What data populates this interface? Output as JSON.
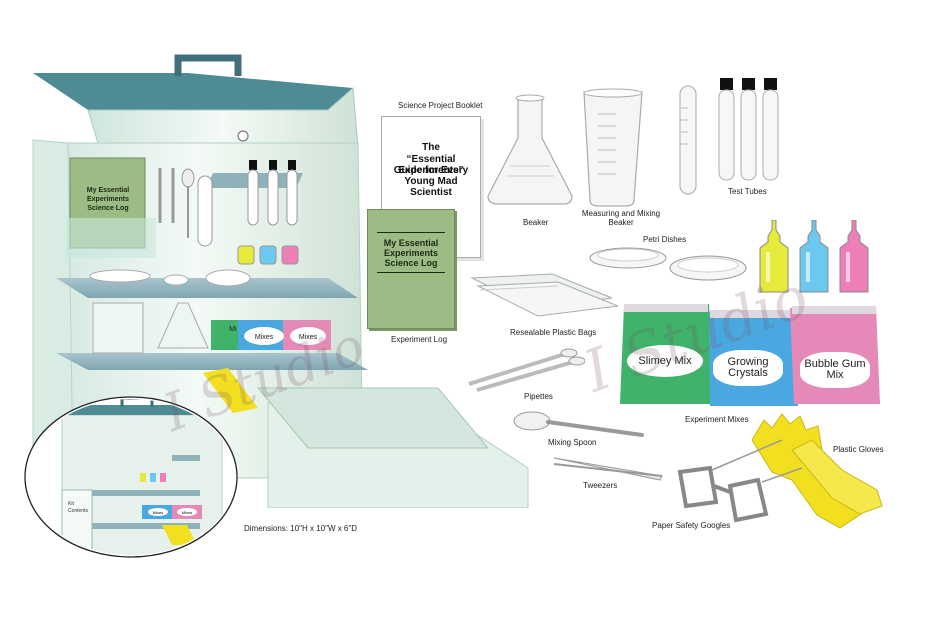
{
  "labels": {
    "booklet": "Science Project Booklet",
    "beaker": "Beaker",
    "measuring_beaker": "Measuring and Mixing Beaker",
    "test_tubes": "Test Tubes",
    "petri_dishes": "Petri Dishes",
    "plastic_bags": "Resealable Plastic Bags",
    "experiment_log": "Experiment Log",
    "pipettes": "Pipettes",
    "mixing_spoon": "Mixing Spoon",
    "tweezers": "Tweezers",
    "experiment_mixes": "Experiment Mixes",
    "plastic_gloves": "Plastic Gloves",
    "goggles": "Paper Safety Googles",
    "dimensions": "Dimensions: 10\"H x 10\"W x 6\"D"
  },
  "booklet_title": [
    "The",
    "“Essential Experiments”",
    "Guide for Every",
    "Young Mad",
    "Scientist"
  ],
  "log_title": [
    "My Essential",
    "Experiments",
    "Science Log"
  ],
  "mixes": [
    {
      "name": "Slimey Mix",
      "color": "#3fb36a"
    },
    {
      "name": "Growing Crystals",
      "color": "#4aa8e0"
    },
    {
      "name": "Bubble Gum Mix",
      "color": "#e58ab8"
    }
  ],
  "case_mix_labels": [
    "Mixes",
    "Mixes",
    "Mi"
  ],
  "inset_mix_labels": [
    "Mixes",
    "Mixes"
  ],
  "inset_kit_text": [
    "Kit",
    "Contents"
  ],
  "watermark": "I Studio",
  "colors": {
    "case": "#dfeee6",
    "case_lid": "#3f7f8a",
    "bottle_yellow": "#e6ea3a",
    "bottle_blue": "#6cc8ee",
    "bottle_pink": "#ee7fb6",
    "glove": "#f2e020",
    "book": "#9dbb84"
  }
}
